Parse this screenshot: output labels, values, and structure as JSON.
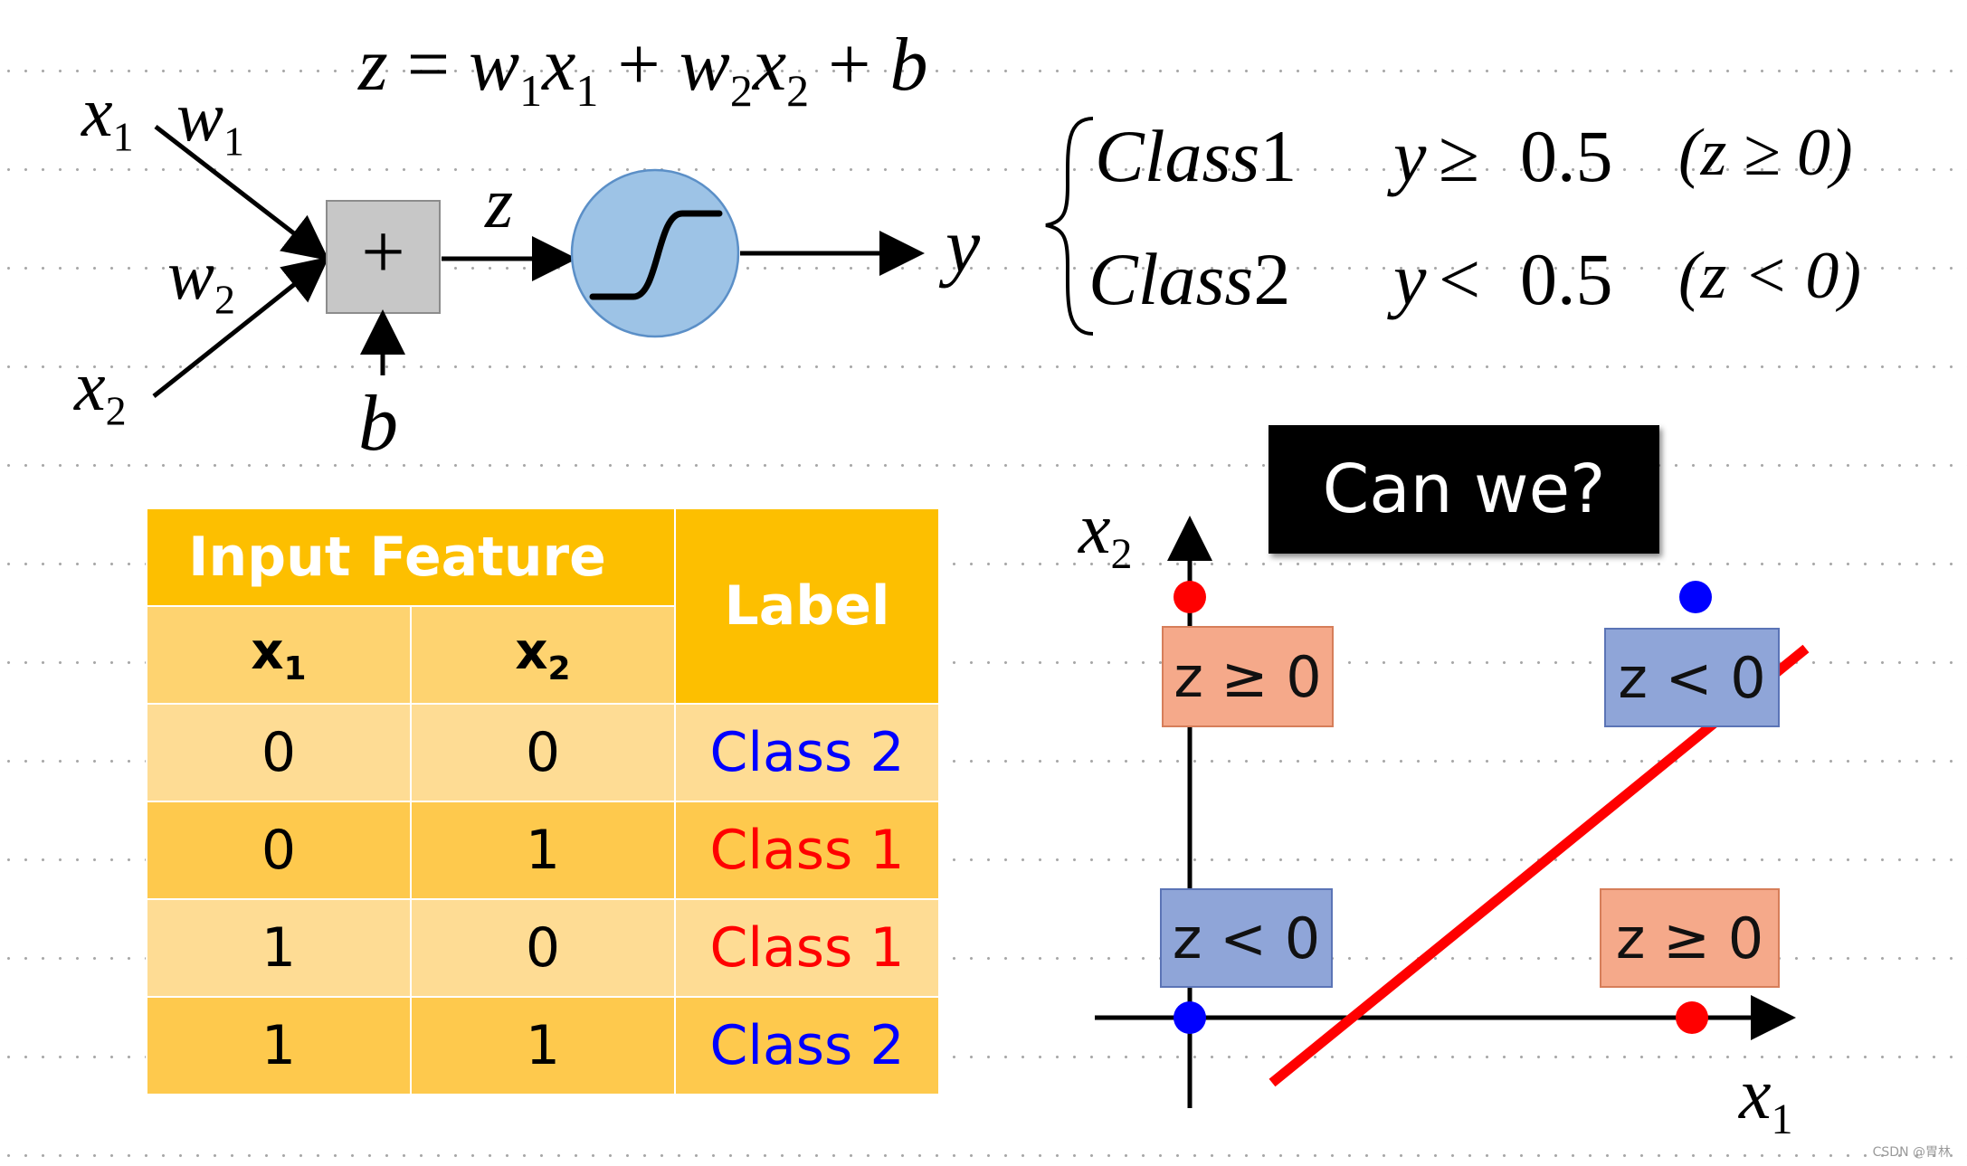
{
  "formula": {
    "z": "z",
    "eq": "=",
    "w1": "w",
    "w1_sub": "1",
    "x1": "x",
    "x1_sub": "1",
    "plus1": "+",
    "w2": "w",
    "w2_sub": "2",
    "x2": "x",
    "x2_sub": "2",
    "plus2": "+",
    "b": "b"
  },
  "neuron": {
    "x1": "x",
    "x1_sub": "1",
    "w1": "w",
    "w1_sub": "1",
    "w2": "w",
    "w2_sub": "2",
    "x2": "x",
    "x2_sub": "2",
    "sum_symbol": "+",
    "z": "z",
    "b": "b",
    "y": "y"
  },
  "cases": [
    {
      "class": "Class",
      "num": "1",
      "cond": "y",
      "op": "≥",
      "threshold": "0.5",
      "zcond": "(z ≥ 0)"
    },
    {
      "class": "Class",
      "num": "2",
      "cond": "y",
      "op": "<",
      "threshold": "0.5",
      "zcond": "(z < 0)"
    }
  ],
  "table": {
    "group_header": "Input Feature",
    "label_header": "Label",
    "col1": "x",
    "col1_sub": "1",
    "col2": "x",
    "col2_sub": "2",
    "rows": [
      {
        "x1": "0",
        "x2": "0",
        "label": "Class 2"
      },
      {
        "x1": "0",
        "x2": "1",
        "label": "Class 1"
      },
      {
        "x1": "1",
        "x2": "0",
        "label": "Class 1"
      },
      {
        "x1": "1",
        "x2": "1",
        "label": "Class 2"
      }
    ]
  },
  "plot": {
    "callout": "Can we?",
    "x_axis": "x",
    "x_axis_sub": "1",
    "y_axis": "x",
    "y_axis_sub": "2",
    "regions": {
      "top_left": "z ≥ 0",
      "top_right": "z < 0",
      "bottom_left": "z < 0",
      "bottom_right": "z ≥ 0"
    }
  },
  "colors": {
    "class1": "#ff0000",
    "class2": "#0000ff",
    "table_header": "#fdbf00",
    "neuron_fill": "#9dc3e6",
    "line": "#ff0000"
  },
  "watermark": "CSDN @胃林"
}
